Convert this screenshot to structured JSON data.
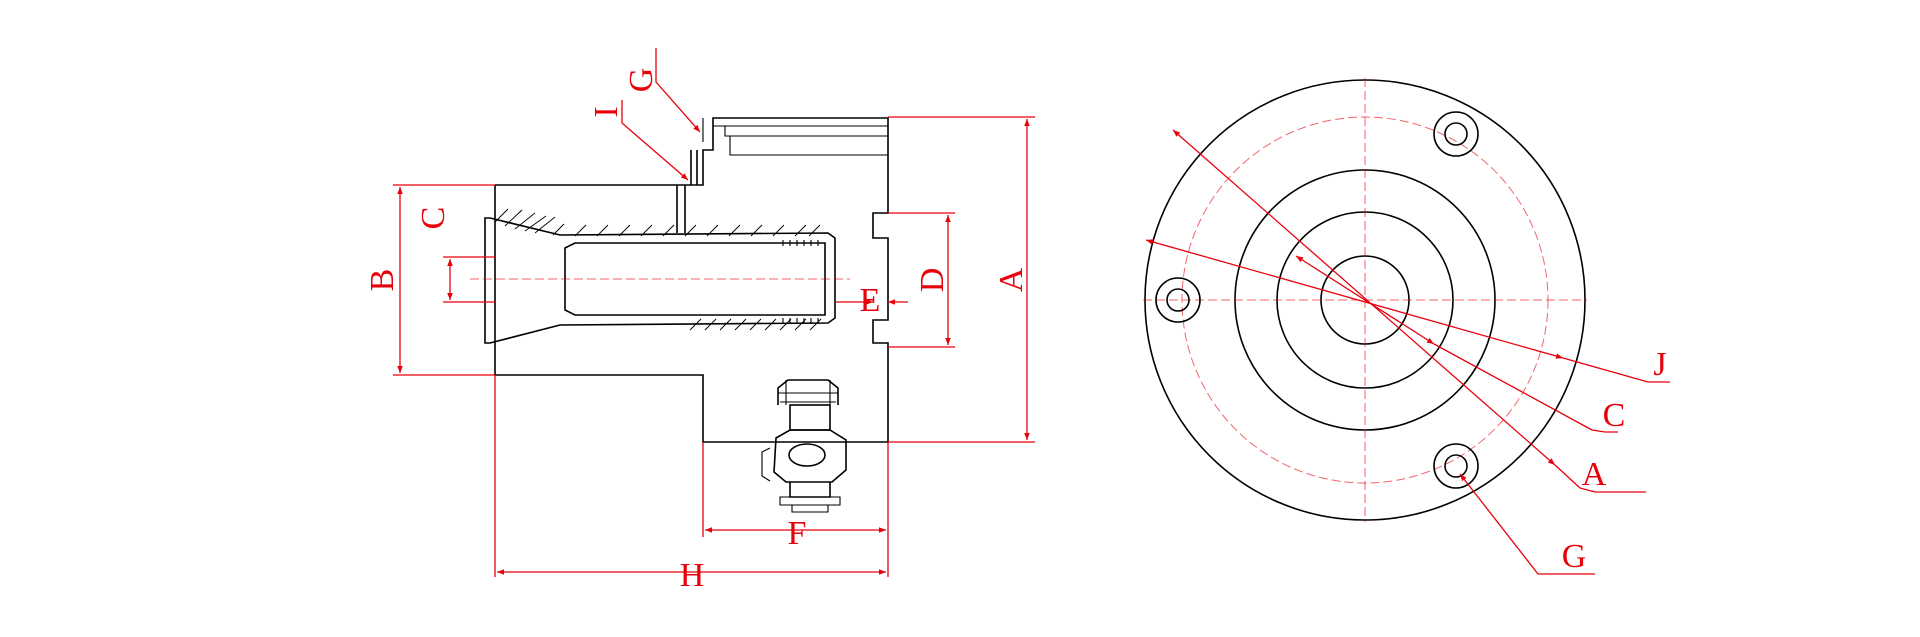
{
  "side_view": {
    "labels": {
      "G": "G",
      "I": "I",
      "C": "C",
      "B": "B",
      "D": "D",
      "E": "E",
      "A": "A",
      "F": "F",
      "H": "H"
    }
  },
  "front_view": {
    "labels": {
      "J": "J",
      "C": "C",
      "A": "A",
      "G": "G"
    }
  },
  "colors": {
    "line": "#000000",
    "dimension": "#e8000b"
  }
}
